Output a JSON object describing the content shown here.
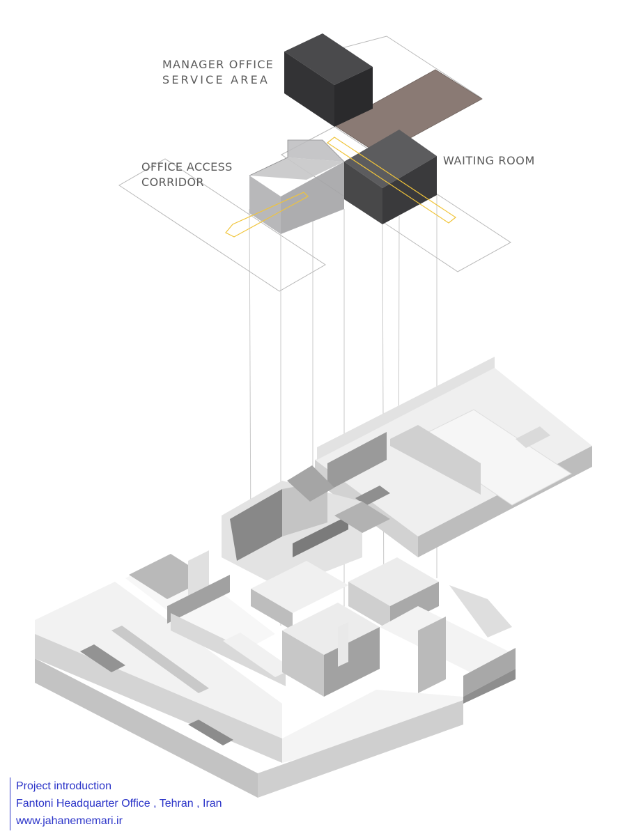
{
  "labels": {
    "manager_office": "MANAGER OFFICE",
    "service_area": "SERVICE AREA",
    "waiting_room": "WAITING ROOM",
    "office_access": "OFFICE ACCESS",
    "corridor": "CORRIDOR"
  },
  "caption": {
    "line1": "Project introduction",
    "line2": "Fantoni Headquarter Office , Tehran , Iran",
    "line3": "www.jahanememari.ir"
  },
  "colors": {
    "manager_block": "#3f3f41",
    "waiting_block": "#535355",
    "corridor_block": "#b4b4b6",
    "service_area_plane": "#8a7a74",
    "circulation": "#f0c43a",
    "caption_text": "#2a33c8",
    "label_text": "#5a5a5a"
  }
}
